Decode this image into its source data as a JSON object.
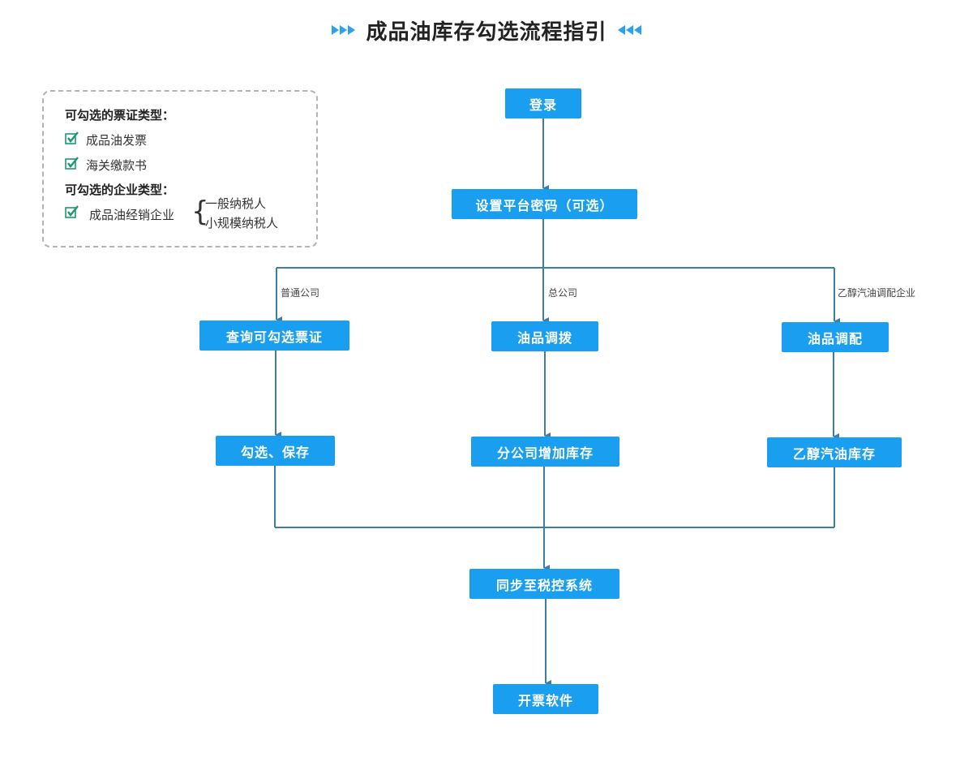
{
  "title": "成品油库存勾选流程指引",
  "colors": {
    "node_fill": "#1a9ff0",
    "connector": "#3d7ea6",
    "title_arrows": "#29a3ee",
    "check": "#1b9a6e",
    "legend_border": "#b3b3b3"
  },
  "legend": {
    "ticket_heading": "可勾选的票证类型：",
    "ticket_items": [
      "成品油发票",
      "海关缴款书"
    ],
    "enterprise_heading": "可勾选的企业类型：",
    "enterprise_item": "成品油经销企业",
    "taxpayer_types": [
      "一般纳税人",
      "小规模纳税人"
    ]
  },
  "nodes": {
    "login": "登录",
    "set_password": "设置平台密码（可选）",
    "query_tickets": "查询可勾选票证",
    "oil_transfer": "油品调拨",
    "oil_blend": "油品调配",
    "select_save": "勾选、保存",
    "branch_add_stock": "分公司增加库存",
    "ethanol_stock": "乙醇汽油库存",
    "sync": "同步至税控系统",
    "invoicing": "开票软件"
  },
  "branch_labels": {
    "ordinary": "普通公司",
    "head": "总公司",
    "ethanol": "乙醇汽油调配企业"
  }
}
